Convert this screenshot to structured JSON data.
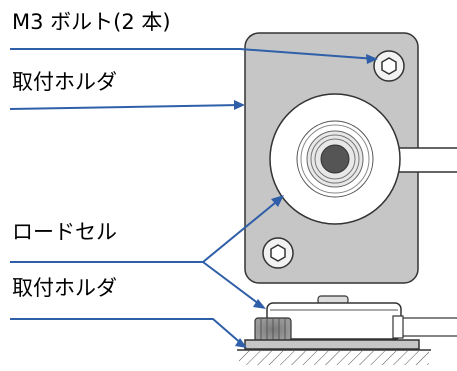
{
  "labels": {
    "bolt": "M3 ボルト(2 本)",
    "holder_top": "取付ホルダ",
    "load_cell": "ロードセル",
    "holder_bottom": "取付ホルダ"
  }
}
